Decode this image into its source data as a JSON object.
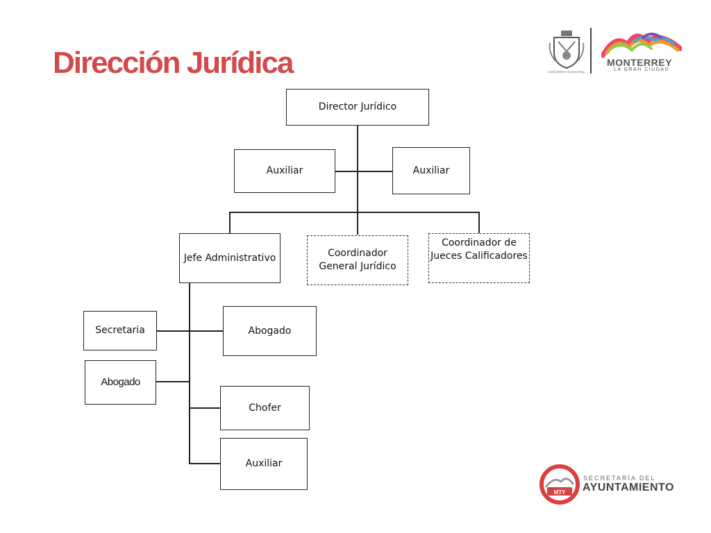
{
  "title": "Dirección Jurídica",
  "header_logos": {
    "municipal_label": "GOBIERNO MUNICIPAL",
    "city_name": "MONTERREY",
    "city_tagline": "LA GRAN CIUDAD"
  },
  "footer_logo": {
    "badge": "MTY",
    "line1": "SECRETARÍA DEL",
    "line2": "AYUNTAMIENTO"
  },
  "org_chart": {
    "director": "Director Jurídico",
    "aux_left": "Auxiliar",
    "aux_right": "Auxiliar",
    "jefe": "Jefe Administrativo",
    "coordinador_general": [
      "Coordinador",
      "General Jurídico"
    ],
    "coordinador_jueces": [
      "Coordinador de",
      "Jueces Calificadores"
    ],
    "secretaria": "Secretaria",
    "abogado_left": "Abogado",
    "abogado_right": "Abogado",
    "chofer": "Chofer",
    "auxiliar_bottom": "Auxiliar"
  },
  "colors": {
    "title": "#d24a4b",
    "lines": "#222222"
  }
}
